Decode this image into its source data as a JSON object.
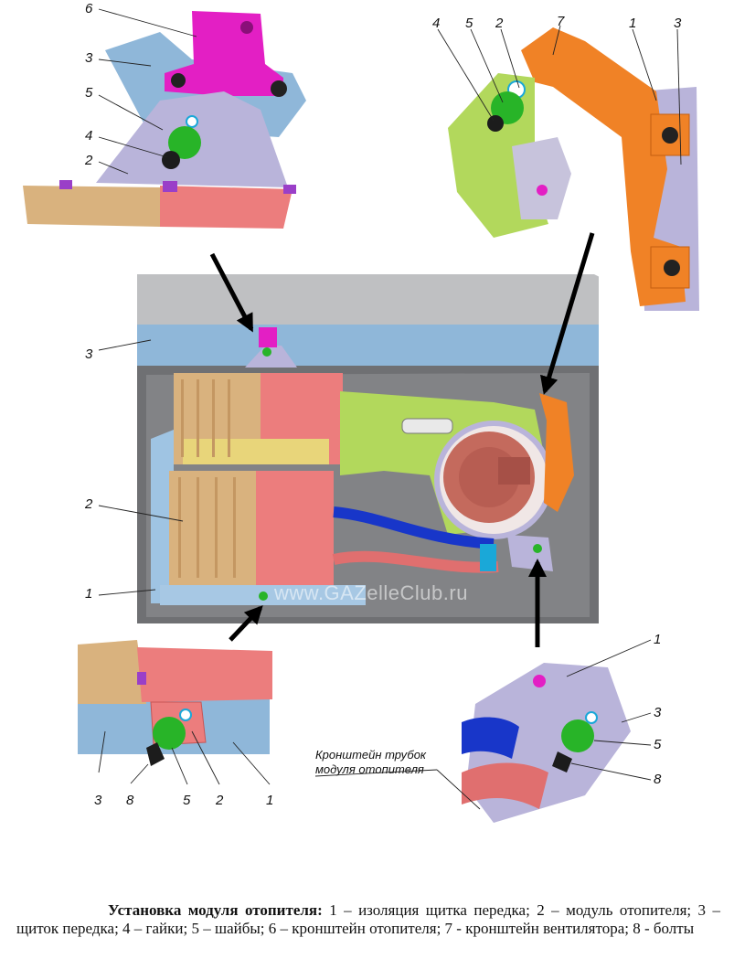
{
  "watermark": "www.GAZelleClub.ru",
  "bracket_note": [
    "Кронштейн трубок",
    "модуля отопителя"
  ],
  "callouts": {
    "tl_6": "6",
    "tl_3": "3",
    "tl_5": "5",
    "tl_4": "4",
    "tl_2": "2",
    "tr_4": "4",
    "tr_5": "5",
    "tr_2": "2",
    "tr_7": "7",
    "tr_1": "1",
    "tr_3": "3",
    "mid_3": "3",
    "mid_2": "2",
    "mid_1": "1",
    "bl_3": "3",
    "bl_8": "8",
    "bl_5": "5",
    "bl_2": "2",
    "bl_1": "1",
    "br_1": "1",
    "br_3": "3",
    "br_5": "5",
    "br_8": "8"
  },
  "caption": {
    "title": "Установка модуля отопителя:",
    "text": " 1 – изоляция щитка передка; 2 – модуль отопителя; 3 – щиток передка; 4 – гайки; 5 – шайбы; 6 – кронштейн отопителя; 7 - кронштейн вентилятора; 8 - болты"
  },
  "colors": {
    "heater_tan": "#d9b27e",
    "heater_red": "#ec7d7d",
    "bracket_magenta": "#e31fc4",
    "fan_bracket_orange": "#f08226",
    "fan_green": "#b2d85c",
    "washer_green": "#28b428",
    "panel_blue": "#8fb7d9",
    "bracket_lavender": "#b9b4da"
  }
}
